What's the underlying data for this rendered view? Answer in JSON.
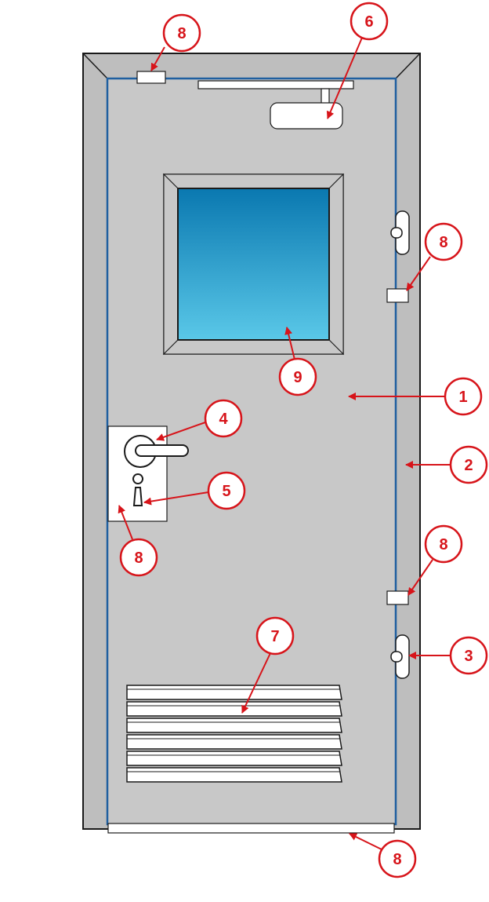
{
  "colors": {
    "frame": "#bebebe",
    "leaf": "#c8c8c8",
    "outline": "#1a1a1a",
    "seal": "#1f5fa0",
    "callout": "#d7141a",
    "glass_top": "#0a78b0",
    "glass_bottom": "#5ac8e8",
    "white": "#ffffff"
  },
  "callouts": {
    "leaf": "1",
    "frame": "2",
    "hinge": "3",
    "handle": "4",
    "lock_cylinder": "5",
    "door_closer": "6",
    "ventilation_grille": "7",
    "seal_top": "8",
    "seal_right_upper": "8",
    "seal_lock_plate": "8",
    "seal_right_lower": "8",
    "seal_threshold": "8",
    "vision_panel": "9"
  },
  "parts": {
    "grille_slats": 6,
    "hinges": 2
  }
}
